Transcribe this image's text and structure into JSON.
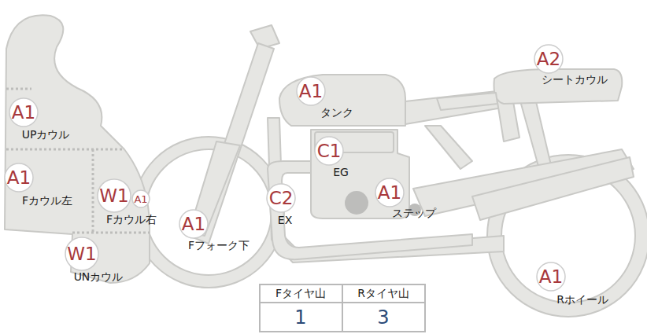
{
  "diagram": {
    "nodes": [
      {
        "text": [
          "A1"
        ]
      },
      {
        "text": [
          "A1"
        ]
      },
      {
        "text": [
          "W1"
        ]
      },
      {
        "text": [
          "A1"
        ]
      },
      {
        "text": [
          "W1"
        ]
      },
      {
        "text": [
          "A1"
        ]
      },
      {
        "text": [
          "A1"
        ]
      },
      {
        "text": [
          "C1"
        ]
      },
      {
        "text": [
          "C2"
        ]
      },
      {
        "text": [
          "A1"
        ]
      },
      {
        "text": [
          "A2"
        ]
      },
      {
        "text": [
          "A1"
        ]
      }
    ],
    "labels": [
      "UPカウル",
      "Fカウル左",
      "Fカウル右",
      "UNカウル",
      "Fフォーク下",
      "タンク",
      "EG",
      "EX",
      "ステップ",
      "シートカウル",
      "Rホイール",
      "Fタイヤ山",
      "Rタイヤ山",
      "1",
      "3"
    ]
  }
}
